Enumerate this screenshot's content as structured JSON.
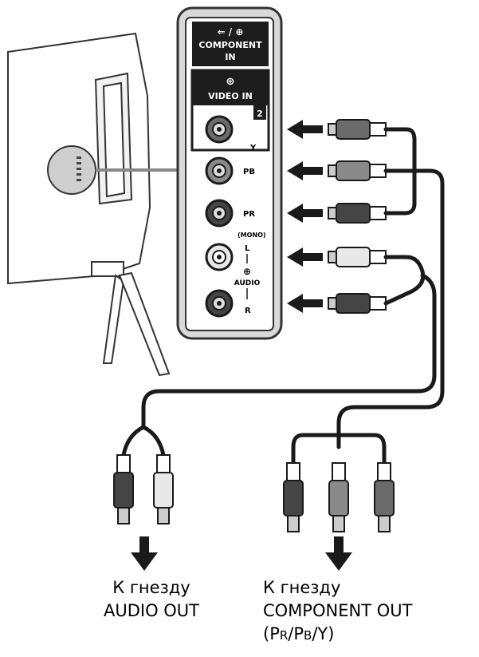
{
  "panel": {
    "component_header_line1": "⇐ / ⊕",
    "component_header_line2": "COMPONENT",
    "component_header_line3": "IN",
    "video_header_line1": "⊕",
    "video_header_line2": "VIDEO IN",
    "port_number": "2",
    "jacks": {
      "y": "Y",
      "pb": "PB",
      "pr": "PR",
      "mono": "(MONO)",
      "l": "L",
      "audio_icon": "⊕",
      "audio": "AUDIO",
      "r": "R"
    }
  },
  "captions": {
    "audio_line1": "К гнезду",
    "audio_line2": "AUDIO OUT",
    "component_line1": "К гнезду",
    "component_line2": "COMPONENT OUT",
    "component_line3_open": "(P",
    "component_line3_r": "R",
    "component_line3_mid": "/P",
    "component_line3_b": "B",
    "component_line3_end": "/Y)"
  },
  "colors": {
    "outline": "#1a1a1a",
    "jack_green": "#6b6b6b",
    "jack_blue": "#8a8a8a",
    "jack_red": "#454545",
    "jack_white": "#e8e8e8",
    "panel_fill": "#ffffff",
    "tv_fill": "#ffffff"
  }
}
